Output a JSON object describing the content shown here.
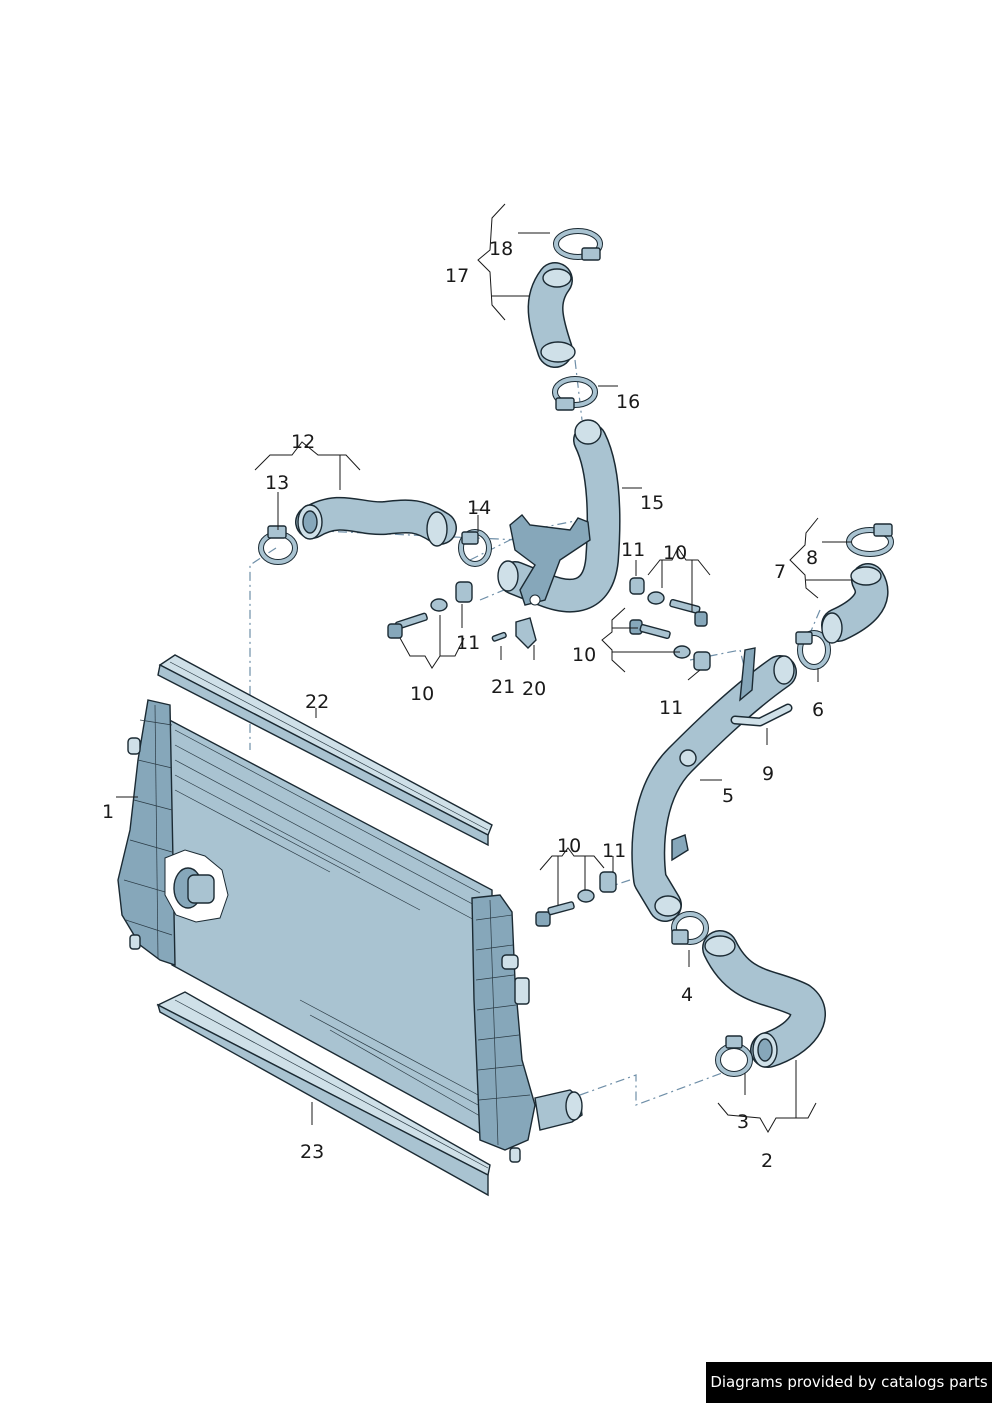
{
  "diagram": {
    "callouts": [
      {
        "id": "c1",
        "text": "1"
      },
      {
        "id": "c2",
        "text": "2"
      },
      {
        "id": "c3",
        "text": "3"
      },
      {
        "id": "c4",
        "text": "4"
      },
      {
        "id": "c5",
        "text": "5"
      },
      {
        "id": "c6",
        "text": "6"
      },
      {
        "id": "c7",
        "text": "7"
      },
      {
        "id": "c8",
        "text": "8"
      },
      {
        "id": "c9",
        "text": "9"
      },
      {
        "id": "c10a",
        "text": "10"
      },
      {
        "id": "c10b",
        "text": "10"
      },
      {
        "id": "c10c",
        "text": "10"
      },
      {
        "id": "c10d",
        "text": "10"
      },
      {
        "id": "c11a",
        "text": "11"
      },
      {
        "id": "c11b",
        "text": "11"
      },
      {
        "id": "c11c",
        "text": "11"
      },
      {
        "id": "c11d",
        "text": "11"
      },
      {
        "id": "c12",
        "text": "12"
      },
      {
        "id": "c13",
        "text": "13"
      },
      {
        "id": "c14",
        "text": "14"
      },
      {
        "id": "c15",
        "text": "15"
      },
      {
        "id": "c16",
        "text": "16"
      },
      {
        "id": "c17",
        "text": "17"
      },
      {
        "id": "c18",
        "text": "18"
      },
      {
        "id": "c20",
        "text": "20"
      },
      {
        "id": "c21",
        "text": "21"
      },
      {
        "id": "c22",
        "text": "22"
      },
      {
        "id": "c23",
        "text": "23"
      }
    ]
  },
  "footer": {
    "credit": "Diagrams provided by catalogs parts"
  },
  "colors": {
    "part_fill": "#a9c3d1",
    "part_outline": "#1b2a33",
    "phantom_line": "#6f8fa8",
    "credit_background": "#000000",
    "credit_text": "#ffffff"
  }
}
